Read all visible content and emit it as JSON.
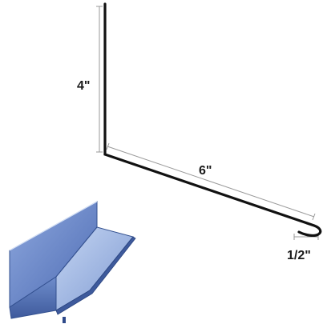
{
  "dimensions": {
    "height_label": "4\"",
    "width_label": "6\"",
    "hem_label": "1/2\""
  },
  "colors": {
    "profile_line": "#111111",
    "dimension_line": "#9a9a9a",
    "flashing_face_dark": "#5b7cc4",
    "flashing_face_light": "#a9c0e8",
    "flashing_edge": "#33508f"
  }
}
